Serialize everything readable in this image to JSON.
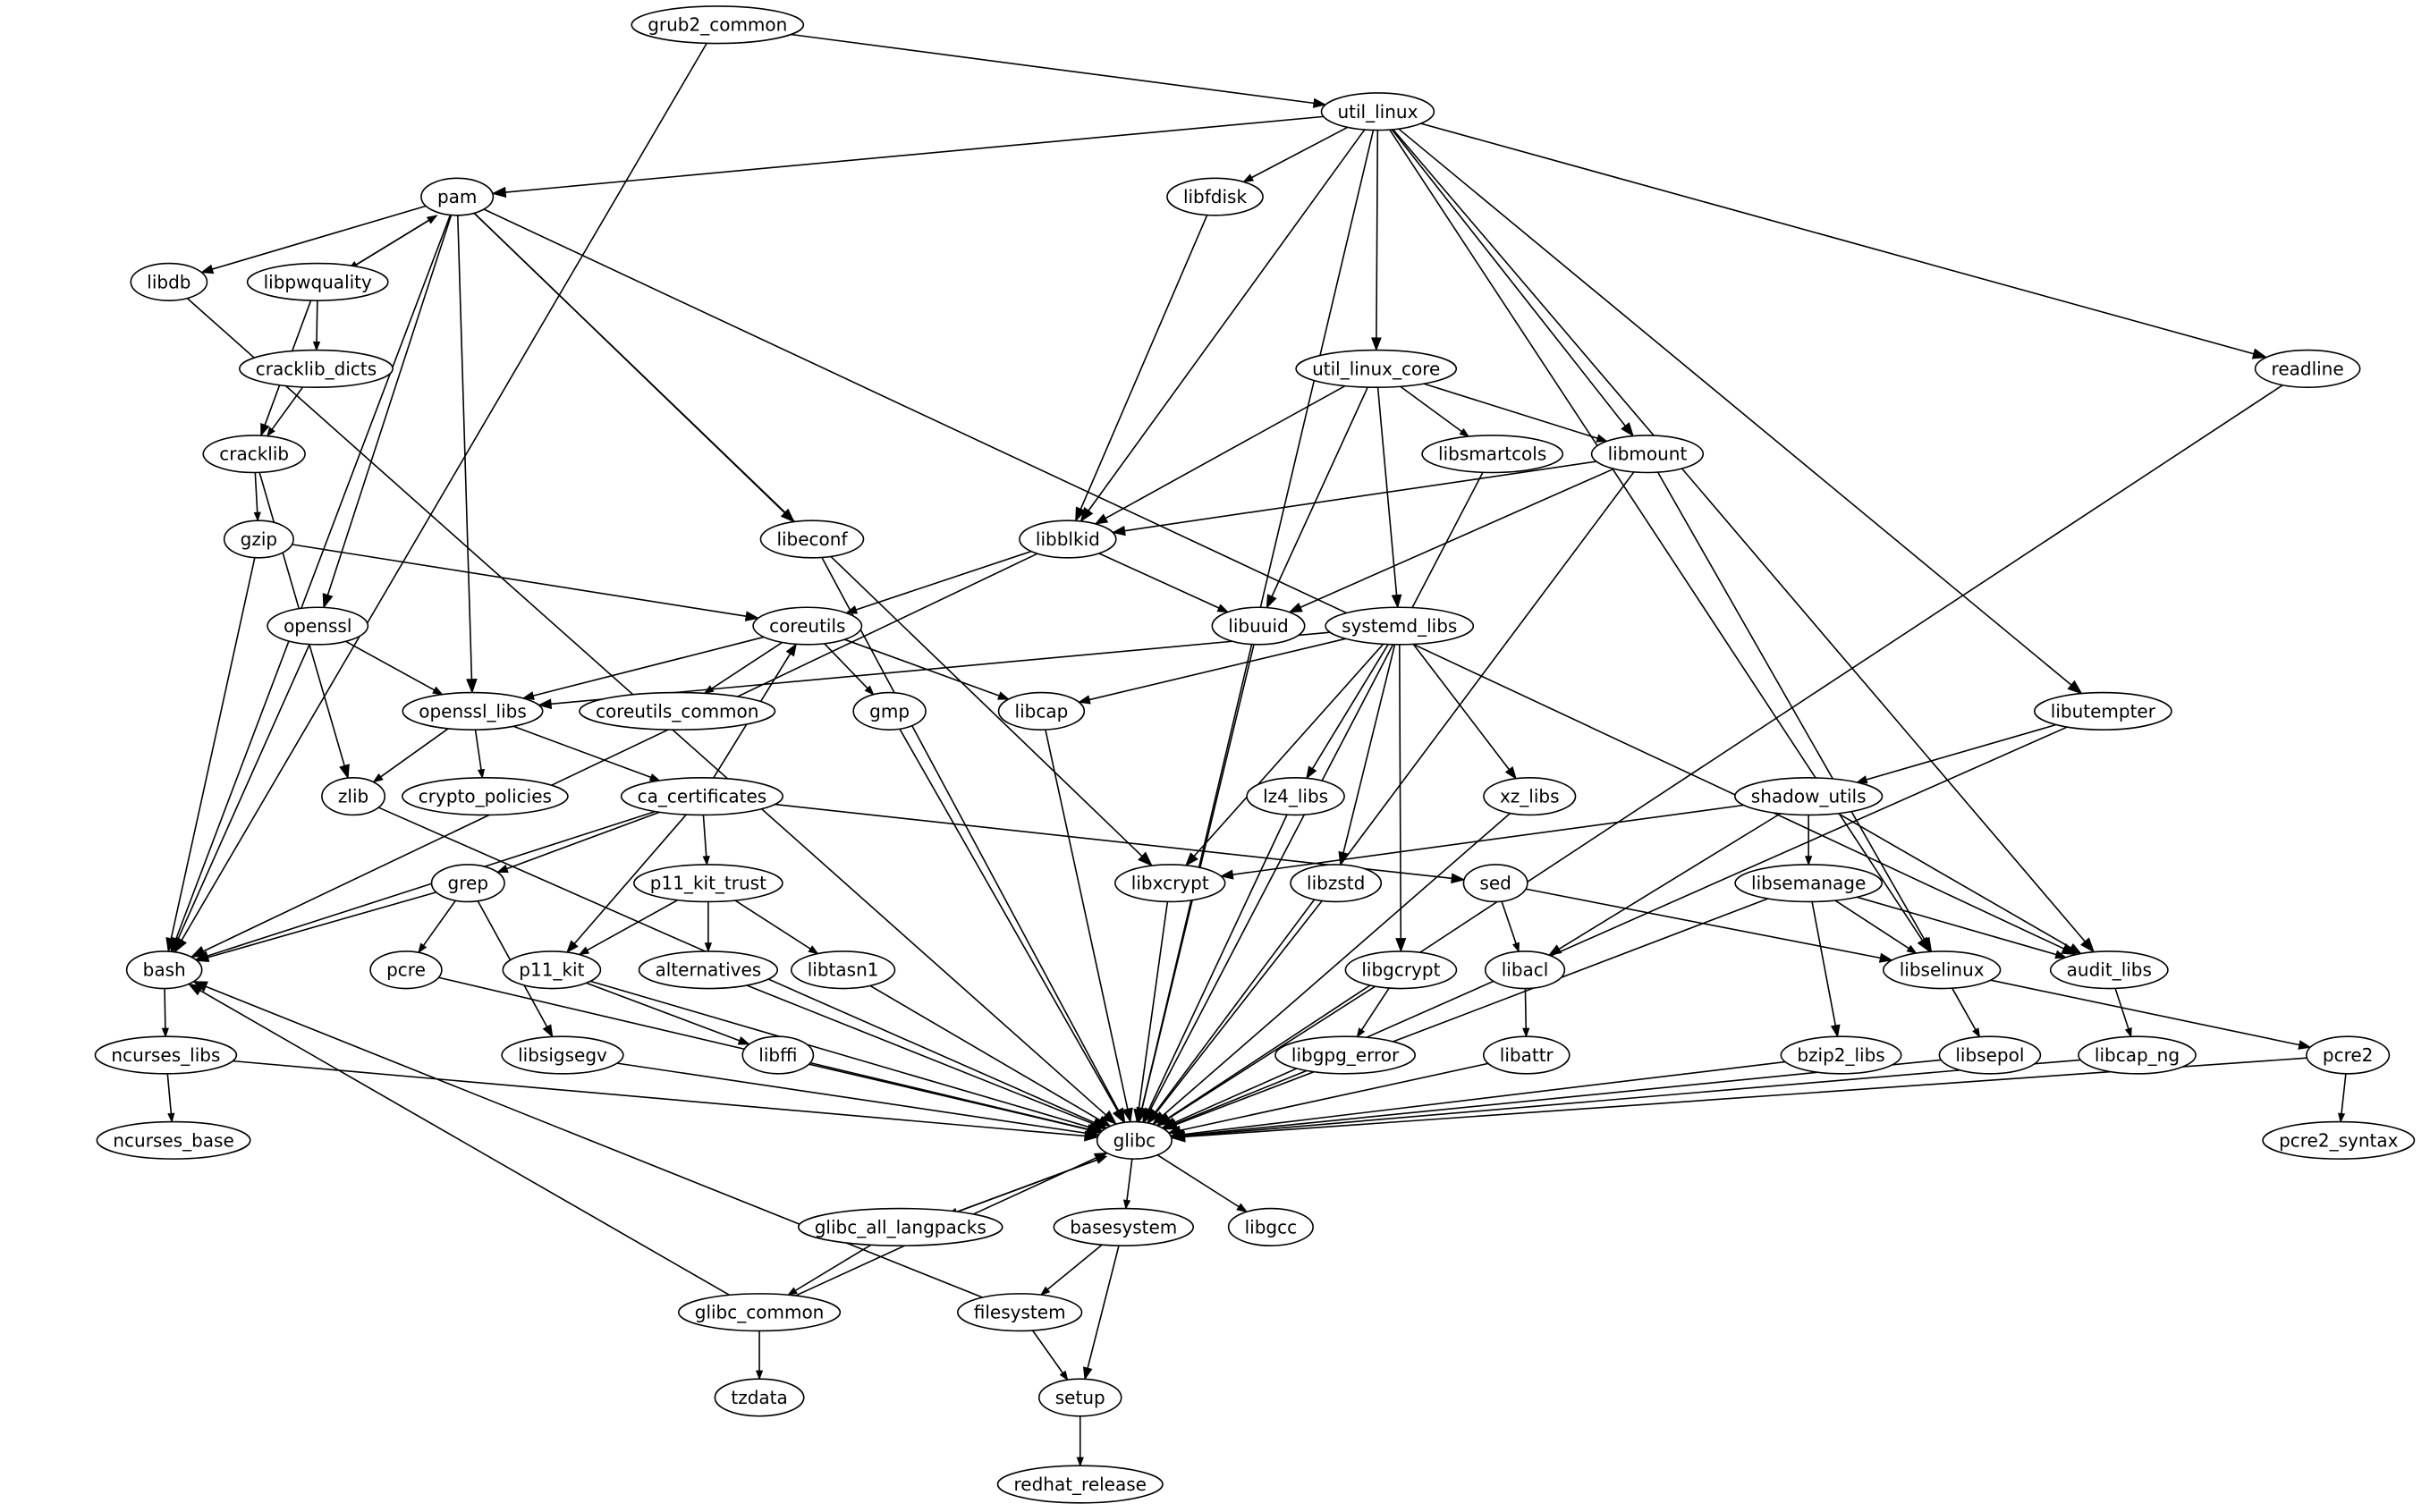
{
  "graph": {
    "type": "directed-dependency-graph",
    "nodes": [
      "grub2_common",
      "util_linux",
      "pam",
      "libfdisk",
      "libdb",
      "libpwquality",
      "cracklib_dicts",
      "util_linux_core",
      "readline",
      "cracklib",
      "libsmartcols",
      "libmount",
      "gzip",
      "libeconf",
      "libblkid",
      "openssl",
      "coreutils",
      "libuuid",
      "systemd_libs",
      "openssl_libs",
      "coreutils_common",
      "gmp",
      "libcap",
      "libutempter",
      "zlib",
      "crypto_policies",
      "ca_certificates",
      "lz4_libs",
      "xz_libs",
      "shadow_utils",
      "grep",
      "p11_kit_trust",
      "libxcrypt",
      "libzstd",
      "sed",
      "libsemanage",
      "bash",
      "pcre",
      "p11_kit",
      "alternatives",
      "libtasn1",
      "libgcrypt",
      "libacl",
      "libselinux",
      "audit_libs",
      "ncurses_libs",
      "libsigsegv",
      "libffi",
      "libgpg_error",
      "libattr",
      "bzip2_libs",
      "libsepol",
      "libcap_ng",
      "pcre2",
      "ncurses_base",
      "glibc",
      "pcre2_syntax",
      "glibc_all_langpacks",
      "basesystem",
      "libgcc",
      "glibc_common",
      "filesystem",
      "tzdata",
      "setup",
      "redhat_release"
    ],
    "edges": [
      [
        "grub2_common",
        "util_linux"
      ],
      [
        "grub2_common",
        "bash"
      ],
      [
        "util_linux",
        "pam"
      ],
      [
        "util_linux",
        "libfdisk"
      ],
      [
        "util_linux",
        "libblkid"
      ],
      [
        "util_linux",
        "util_linux_core"
      ],
      [
        "util_linux",
        "libmount"
      ],
      [
        "util_linux",
        "libutempter"
      ],
      [
        "util_linux",
        "audit_libs"
      ],
      [
        "util_linux",
        "readline"
      ],
      [
        "util_linux",
        "libselinux"
      ],
      [
        "util_linux",
        "glibc"
      ],
      [
        "pam",
        "libdb"
      ],
      [
        "pam",
        "libpwquality"
      ],
      [
        "libpwquality",
        "pam"
      ],
      [
        "pam",
        "bash"
      ],
      [
        "pam",
        "openssl"
      ],
      [
        "pam",
        "openssl_libs"
      ],
      [
        "pam",
        "libeconf"
      ],
      [
        "pam",
        "libxcrypt"
      ],
      [
        "pam",
        "audit_libs"
      ],
      [
        "libpwquality",
        "cracklib_dicts"
      ],
      [
        "libpwquality",
        "cracklib"
      ],
      [
        "cracklib_dicts",
        "cracklib"
      ],
      [
        "cracklib",
        "gzip"
      ],
      [
        "cracklib",
        "zlib"
      ],
      [
        "gzip",
        "bash"
      ],
      [
        "gzip",
        "coreutils"
      ],
      [
        "libdb",
        "glibc"
      ],
      [
        "libfdisk",
        "libblkid"
      ],
      [
        "util_linux_core",
        "libblkid"
      ],
      [
        "util_linux_core",
        "libuuid"
      ],
      [
        "util_linux_core",
        "systemd_libs"
      ],
      [
        "util_linux_core",
        "libsmartcols"
      ],
      [
        "util_linux_core",
        "libmount"
      ],
      [
        "libmount",
        "libblkid"
      ],
      [
        "libmount",
        "libuuid"
      ],
      [
        "libmount",
        "libselinux"
      ],
      [
        "libmount",
        "glibc"
      ],
      [
        "libsmartcols",
        "glibc"
      ],
      [
        "libblkid",
        "libuuid"
      ],
      [
        "libblkid",
        "coreutils"
      ],
      [
        "libblkid",
        "bash"
      ],
      [
        "libeconf",
        "glibc"
      ],
      [
        "readline",
        "glibc"
      ],
      [
        "openssl",
        "openssl_libs"
      ],
      [
        "openssl",
        "bash"
      ],
      [
        "coreutils",
        "openssl_libs"
      ],
      [
        "coreutils",
        "coreutils_common"
      ],
      [
        "coreutils",
        "gmp"
      ],
      [
        "coreutils",
        "libcap"
      ],
      [
        "libuuid",
        "glibc"
      ],
      [
        "systemd_libs",
        "openssl_libs"
      ],
      [
        "systemd_libs",
        "libcap"
      ],
      [
        "systemd_libs",
        "libxcrypt"
      ],
      [
        "systemd_libs",
        "lz4_libs"
      ],
      [
        "systemd_libs",
        "libzstd"
      ],
      [
        "systemd_libs",
        "libgcrypt"
      ],
      [
        "systemd_libs",
        "xz_libs"
      ],
      [
        "openssl_libs",
        "zlib"
      ],
      [
        "openssl_libs",
        "crypto_policies"
      ],
      [
        "openssl_libs",
        "ca_certificates"
      ],
      [
        "ca_certificates",
        "coreutils"
      ],
      [
        "ca_certificates",
        "bash"
      ],
      [
        "ca_certificates",
        "grep"
      ],
      [
        "ca_certificates",
        "p11_kit"
      ],
      [
        "ca_certificates",
        "p11_kit_trust"
      ],
      [
        "ca_certificates",
        "sed"
      ],
      [
        "gmp",
        "glibc"
      ],
      [
        "libcap",
        "glibc"
      ],
      [
        "zlib",
        "glibc"
      ],
      [
        "libutempter",
        "shadow_utils"
      ],
      [
        "libutempter",
        "glibc"
      ],
      [
        "shadow_utils",
        "libxcrypt"
      ],
      [
        "shadow_utils",
        "libacl"
      ],
      [
        "shadow_utils",
        "libsemanage"
      ],
      [
        "shadow_utils",
        "audit_libs"
      ],
      [
        "lz4_libs",
        "glibc"
      ],
      [
        "xz_libs",
        "glibc"
      ],
      [
        "grep",
        "bash"
      ],
      [
        "grep",
        "pcre"
      ],
      [
        "grep",
        "libsigsegv"
      ],
      [
        "p11_kit_trust",
        "p11_kit"
      ],
      [
        "p11_kit_trust",
        "alternatives"
      ],
      [
        "p11_kit_trust",
        "libtasn1"
      ],
      [
        "libxcrypt",
        "glibc"
      ],
      [
        "libzstd",
        "glibc"
      ],
      [
        "sed",
        "libacl"
      ],
      [
        "sed",
        "libselinux"
      ],
      [
        "libsemanage",
        "libselinux"
      ],
      [
        "libsemanage",
        "audit_libs"
      ],
      [
        "libsemanage",
        "bzip2_libs"
      ],
      [
        "libsemanage",
        "glibc"
      ],
      [
        "bash",
        "ncurses_libs"
      ],
      [
        "pcre",
        "glibc"
      ],
      [
        "p11_kit",
        "libffi"
      ],
      [
        "p11_kit",
        "glibc"
      ],
      [
        "alternatives",
        "glibc"
      ],
      [
        "libtasn1",
        "glibc"
      ],
      [
        "libgcrypt",
        "libgpg_error"
      ],
      [
        "libgcrypt",
        "glibc"
      ],
      [
        "libacl",
        "libattr"
      ],
      [
        "libselinux",
        "libsepol"
      ],
      [
        "libselinux",
        "pcre2"
      ],
      [
        "audit_libs",
        "libcap_ng"
      ],
      [
        "ncurses_libs",
        "ncurses_base"
      ],
      [
        "ncurses_libs",
        "glibc"
      ],
      [
        "libsigsegv",
        "glibc"
      ],
      [
        "libffi",
        "glibc"
      ],
      [
        "libgpg_error",
        "glibc"
      ],
      [
        "libattr",
        "glibc"
      ],
      [
        "bzip2_libs",
        "glibc"
      ],
      [
        "libsepol",
        "glibc"
      ],
      [
        "libcap_ng",
        "glibc"
      ],
      [
        "pcre2",
        "pcre2_syntax"
      ],
      [
        "pcre2",
        "glibc"
      ],
      [
        "glibc",
        "glibc_all_langpacks"
      ],
      [
        "glibc_all_langpacks",
        "glibc"
      ],
      [
        "glibc",
        "basesystem"
      ],
      [
        "glibc",
        "libgcc"
      ],
      [
        "glibc_all_langpacks",
        "glibc_common"
      ],
      [
        "glibc_common",
        "glibc"
      ],
      [
        "glibc_common",
        "bash"
      ],
      [
        "glibc_common",
        "tzdata"
      ],
      [
        "basesystem",
        "filesystem"
      ],
      [
        "basesystem",
        "setup"
      ],
      [
        "filesystem",
        "bash"
      ],
      [
        "filesystem",
        "setup"
      ],
      [
        "setup",
        "redhat_release"
      ]
    ]
  }
}
